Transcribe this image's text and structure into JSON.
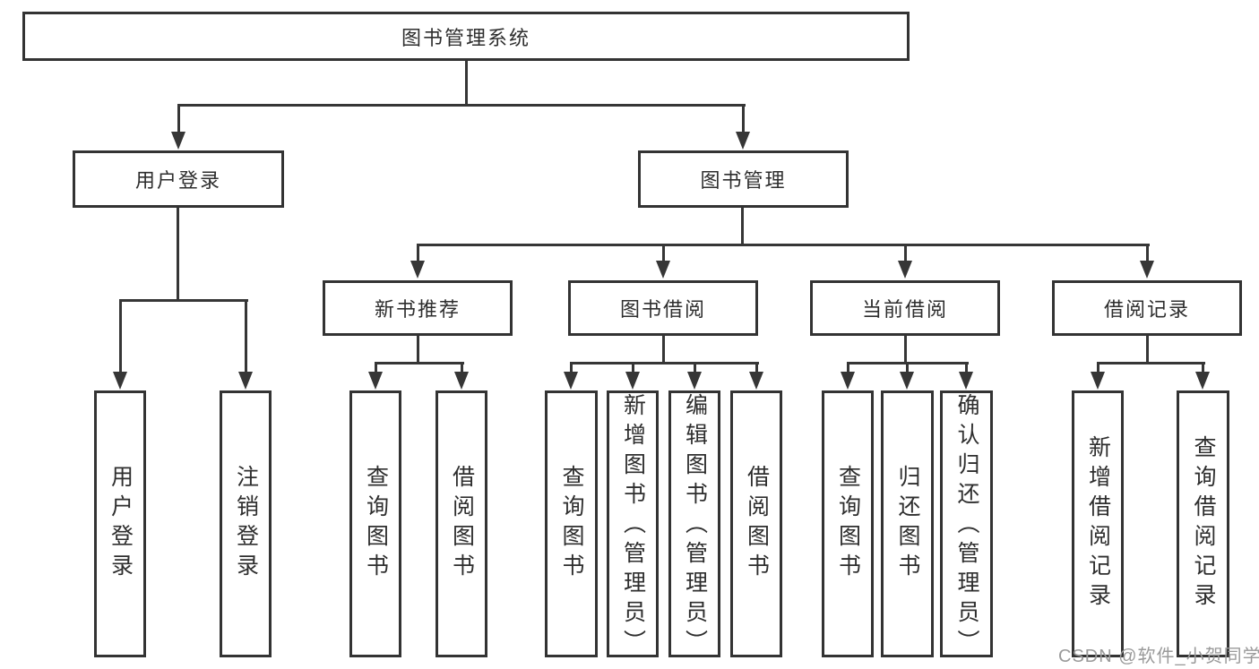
{
  "title": "图书管理系统",
  "colors": {
    "line": "#363636",
    "text": "#2e2e2e",
    "background": "#ffffff",
    "watermark": "#9a9a9a"
  },
  "tree": {
    "root": {
      "label": "图书管理系统"
    },
    "level2": [
      {
        "label": "用户登录"
      },
      {
        "label": "图书管理"
      }
    ],
    "level3": [
      {
        "label": "新书推荐"
      },
      {
        "label": "图书借阅"
      },
      {
        "label": "当前借阅"
      },
      {
        "label": "借阅记录"
      }
    ],
    "leaves": {
      "user_login": [
        "用户登录",
        "注销登录"
      ],
      "new_book": [
        "查询图书",
        "借阅图书"
      ],
      "borrow": [
        "查询图书",
        "新增图书（管理员）",
        "编辑图书（管理员）",
        "借阅图书"
      ],
      "current": [
        "查询图书",
        "归还图书",
        "确认归还（管理员）"
      ],
      "records": [
        "新增借阅记录",
        "查询借阅记录"
      ]
    }
  },
  "watermark": "CSDN @软件_小贺同学"
}
